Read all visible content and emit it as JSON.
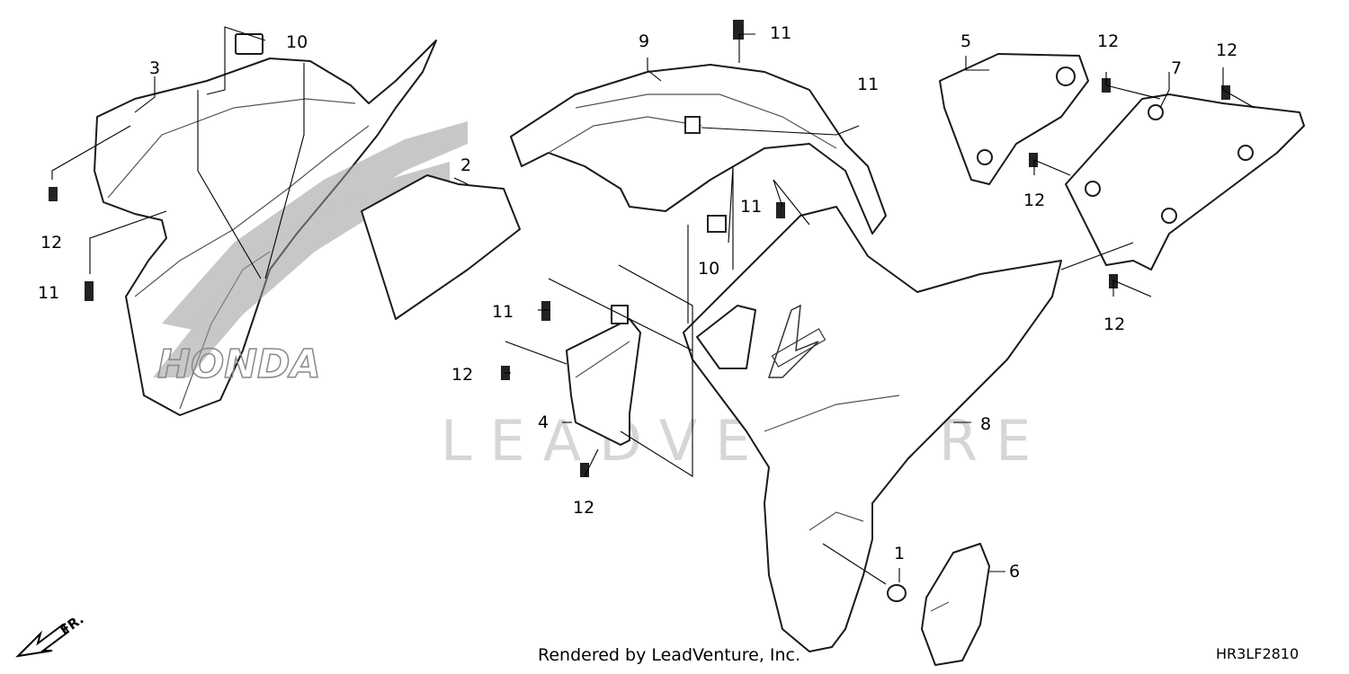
{
  "diagram": {
    "code": "HR3LF2810",
    "credit": "Rendered by LeadVenture, Inc.",
    "watermark": "LEADVENTURE",
    "direction_label": "FR.",
    "decal_text": "HONDA",
    "callouts": {
      "p1": "1",
      "p2": "2",
      "p3": "3",
      "p4": "4",
      "p5": "5",
      "p6": "6",
      "p7": "7",
      "p8": "8",
      "p9": "9",
      "p10a": "10",
      "p10b": "10",
      "p11a": "11",
      "p11b": "11",
      "p11c": "11",
      "p11d": "11",
      "p11e": "11",
      "p12a": "12",
      "p12b": "12",
      "p12c": "12",
      "p12d": "12",
      "p12e": "12",
      "p12f": "12",
      "p12g": "12"
    }
  }
}
